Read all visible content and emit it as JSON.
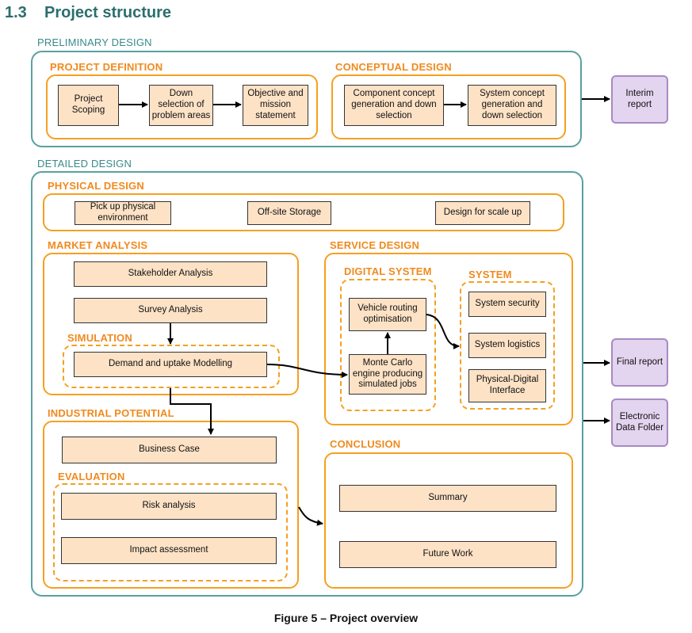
{
  "section": {
    "number": "1.3",
    "title": "Project structure"
  },
  "groups": {
    "preliminary": "PRELIMINARY DESIGN",
    "project_definition": "PROJECT DEFINITION",
    "conceptual_design": "CONCEPTUAL DESIGN",
    "detailed": "DETAILED DESIGN",
    "physical_design": "PHYSICAL DESIGN",
    "market_analysis": "MARKET ANALYSIS",
    "simulation": "SIMULATION",
    "service_design": "SERVICE DESIGN",
    "digital_system": "DIGITAL SYSTEM",
    "system": "SYSTEM",
    "industrial_potential": "INDUSTRIAL POTENTIAL",
    "evaluation": "EVALUATION",
    "conclusion": "CONCLUSION"
  },
  "nodes": {
    "project_scoping": "Project Scoping",
    "down_selection": "Down selection of problem areas",
    "objective": "Objective and mission statement",
    "component_concept": "Component concept generation and down selection",
    "system_concept": "System concept generation and down selection",
    "interim_report": "Interim report",
    "pick_up": "Pick up physical environment",
    "offsite": "Off-site Storage",
    "scale_up": "Design for scale up",
    "stakeholder": "Stakeholder Analysis",
    "survey": "Survey Analysis",
    "demand": "Demand and uptake Modelling",
    "vehicle_routing": "Vehicle routing optimisation",
    "monte_carlo": "Monte Carlo engine producing simulated jobs",
    "system_security": "System security",
    "system_logistics": "System logistics",
    "physical_digital": "Physical-Digital Interface",
    "final_report": "Final report",
    "electronic_folder": "Electronic Data Folder",
    "business_case": "Business Case",
    "risk": "Risk analysis",
    "impact": "Impact assessment",
    "summary": "Summary",
    "future_work": "Future Work"
  },
  "caption": "Figure 5 – Project overview",
  "colors": {
    "teal": "#5aa0a0",
    "orange": "#f5a020",
    "node_fill": "#fde2c6",
    "output_fill": "#e3d4ef",
    "output_border": "#a88ac4"
  }
}
